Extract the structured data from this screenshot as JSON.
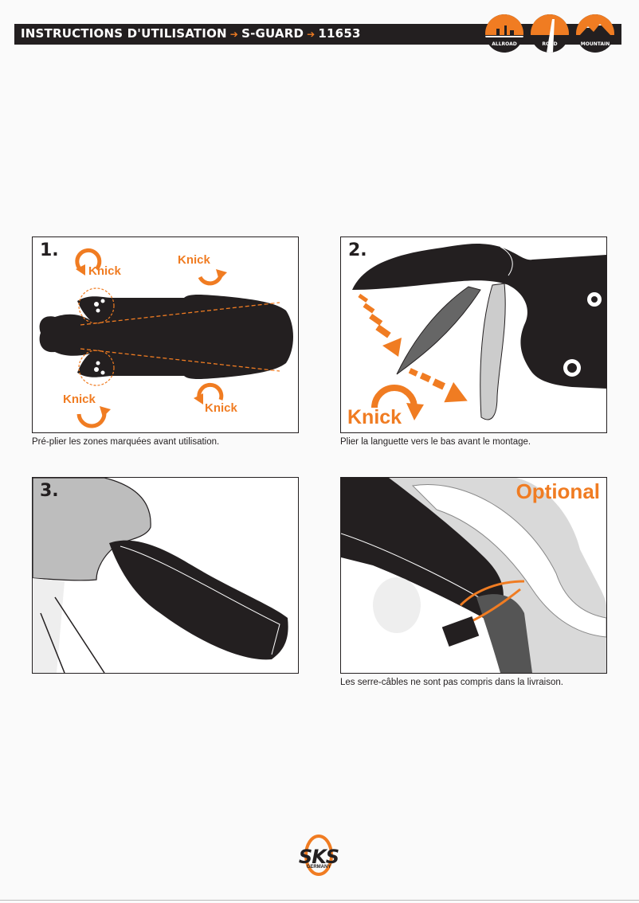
{
  "header": {
    "title_part1": "INSTRUCTIONS D'UTILISATION",
    "title_part2": "S-GUARD",
    "title_part3": "11653",
    "arrow": "➔",
    "badges": [
      {
        "label": "ALLROAD"
      },
      {
        "label": "ROAD"
      },
      {
        "label": "MOUNTAIN"
      }
    ]
  },
  "steps": [
    {
      "number": "1.",
      "caption": "Pré-plier les zones marquées avant utilisation.",
      "knick_labels": [
        "Knick",
        "Knick",
        "Knick",
        "Knick"
      ]
    },
    {
      "number": "2.",
      "caption": "Plier la languette vers le bas avant le montage.",
      "knick_label": "Knick"
    },
    {
      "number": "3."
    },
    {
      "tag": "Optional",
      "caption": "Les serre-câbles ne sont pas compris dans la livraison."
    }
  ],
  "logo": {
    "text": "SKS",
    "sub": "GERMANY"
  },
  "colors": {
    "accent": "#f07c22",
    "dark": "#231f20"
  }
}
